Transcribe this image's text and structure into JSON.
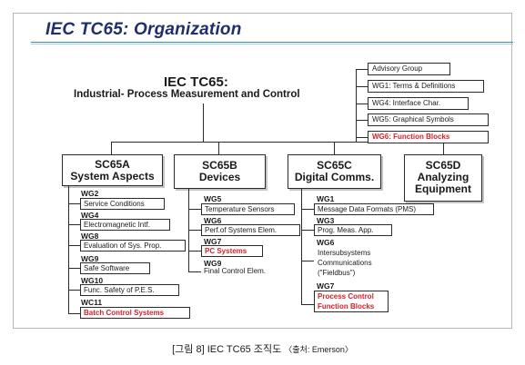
{
  "title": "IEC TC65: Organization",
  "root": {
    "title": "IEC TC65:",
    "subtitle": "Industrial- Process Measurement and Control"
  },
  "advisory": [
    {
      "label": "Advisory Group",
      "highlight": false
    },
    {
      "label": "WG1: Terms & Definitions",
      "highlight": false
    },
    {
      "label": "WG4: Interface Char.",
      "highlight": false
    },
    {
      "label": "WG5: Graphical Symbols",
      "highlight": false
    },
    {
      "label": "WG6: Function Blocks",
      "highlight": true
    }
  ],
  "subcommittees": [
    {
      "name": [
        "SC65A",
        "System Aspects"
      ],
      "groups": [
        {
          "id": "WG2",
          "label": "Service Conditions",
          "highlight": false
        },
        {
          "id": "WG4",
          "label": "Electromagnetic Intf.",
          "highlight": false
        },
        {
          "id": "WG8",
          "label": "Evaluation of Sys. Prop.",
          "highlight": false
        },
        {
          "id": "WG9",
          "label": "Safe Software",
          "highlight": false
        },
        {
          "id": "WG10",
          "label": "Func. Safety of P.E.S.",
          "highlight": false
        },
        {
          "id": "WC11",
          "label": "Batch Control Systems",
          "highlight": true
        }
      ]
    },
    {
      "name": [
        "SC65B",
        "Devices"
      ],
      "groups": [
        {
          "id": "WG5",
          "label": "Temperature Sensors",
          "highlight": false
        },
        {
          "id": "WG6",
          "label": "Perf.of Systems Elem.",
          "highlight": false
        },
        {
          "id": "WG7",
          "label": "PC Systems",
          "highlight": true
        },
        {
          "id": "WG9",
          "label": "Final Control Elem.",
          "highlight": false
        }
      ]
    },
    {
      "name": [
        "SC65C",
        "Digital Comms."
      ],
      "groups": [
        {
          "id": "WG1",
          "label": "Message Data Formats (PMS)",
          "highlight": false
        },
        {
          "id": "WG3",
          "label": "Prog. Meas. App.",
          "highlight": false
        },
        {
          "id": "WG6",
          "label": [
            "Intersubsystems",
            "Communications",
            "(\"Fieldbus\")"
          ],
          "highlight": false
        },
        {
          "id": "WG7",
          "label": [
            "Process Control",
            "Function Blocks"
          ],
          "highlight": true
        }
      ]
    },
    {
      "name": [
        "SC65D",
        "Analyzing",
        "Equipment"
      ],
      "groups": []
    }
  ],
  "caption": {
    "main": "[그림 8] IEC TC65 조직도",
    "source": "〈출처: Emerson〉"
  },
  "colors": {
    "title": "#1f2f6e",
    "highlight": "#d61f26",
    "rule": "#3a8fa6"
  }
}
